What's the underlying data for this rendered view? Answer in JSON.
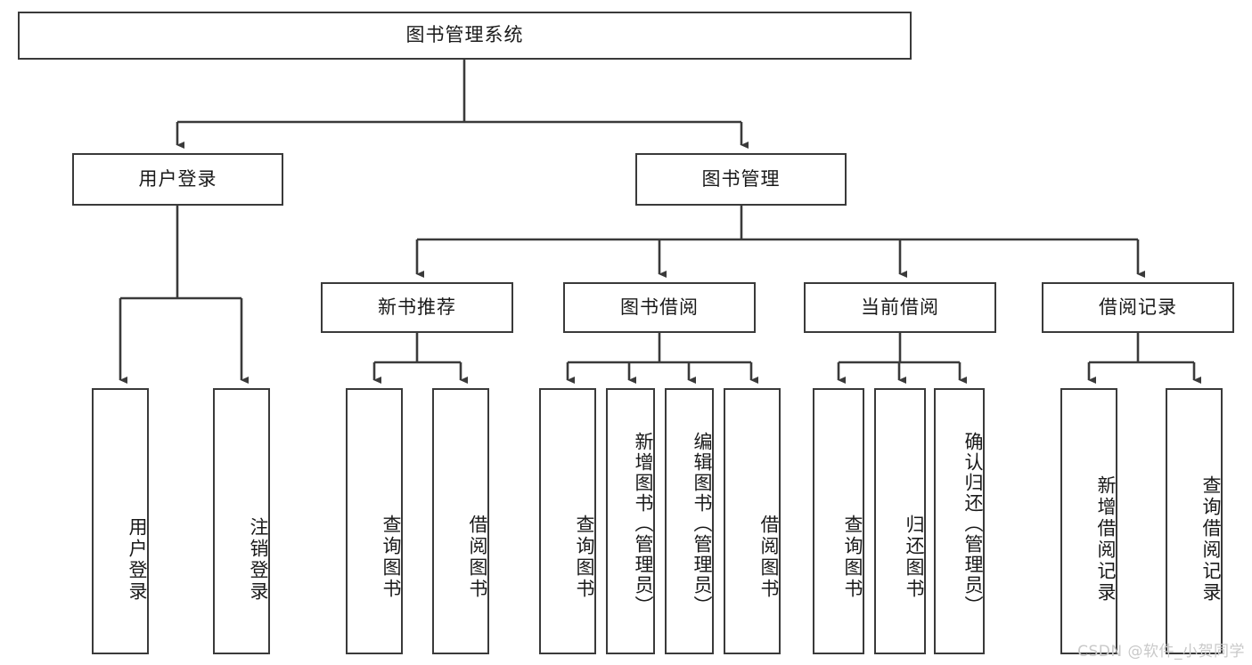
{
  "diagram": {
    "type": "tree-hierarchy-flowchart",
    "title": "图书管理系统",
    "root": {
      "id": "root",
      "label": "图书管理系统",
      "orientation": "horizontal"
    },
    "level1": [
      {
        "id": "user-login",
        "label": "用户登录",
        "orientation": "horizontal"
      },
      {
        "id": "book-manage",
        "label": "图书管理",
        "orientation": "horizontal"
      }
    ],
    "level2": [
      {
        "id": "new-book-recommend",
        "label": "新书推荐",
        "parent": "book-manage",
        "orientation": "horizontal"
      },
      {
        "id": "book-borrow",
        "label": "图书借阅",
        "parent": "book-manage",
        "orientation": "horizontal"
      },
      {
        "id": "current-borrow",
        "label": "当前借阅",
        "parent": "book-manage",
        "orientation": "horizontal"
      },
      {
        "id": "borrow-record",
        "label": "借阅记录",
        "parent": "book-manage",
        "orientation": "horizontal"
      }
    ],
    "leaves": [
      {
        "id": "leaf-user-login",
        "label": "用户登录",
        "parent": "user-login",
        "orientation": "vertical"
      },
      {
        "id": "leaf-user-logout",
        "label": "注销登录",
        "parent": "user-login",
        "orientation": "vertical"
      },
      {
        "id": "leaf-query-book-1",
        "label": "查询图书",
        "parent": "new-book-recommend",
        "orientation": "vertical"
      },
      {
        "id": "leaf-borrow-book-1",
        "label": "借阅图书",
        "parent": "new-book-recommend",
        "orientation": "vertical"
      },
      {
        "id": "leaf-query-book-2",
        "label": "查询图书",
        "parent": "book-borrow",
        "orientation": "vertical"
      },
      {
        "id": "leaf-add-book",
        "label": "新增图书（管理员）",
        "parent": "book-borrow",
        "orientation": "vertical"
      },
      {
        "id": "leaf-edit-book",
        "label": "编辑图书（管理员）",
        "parent": "book-borrow",
        "orientation": "vertical"
      },
      {
        "id": "leaf-borrow-book-2",
        "label": "借阅图书",
        "parent": "book-borrow",
        "orientation": "vertical"
      },
      {
        "id": "leaf-query-book-3",
        "label": "查询图书",
        "parent": "current-borrow",
        "orientation": "vertical"
      },
      {
        "id": "leaf-return-book",
        "label": "归还图书",
        "parent": "current-borrow",
        "orientation": "vertical"
      },
      {
        "id": "leaf-confirm-return",
        "label": "确认归还（管理员）",
        "parent": "current-borrow",
        "orientation": "vertical"
      },
      {
        "id": "leaf-add-record",
        "label": "新增借阅记录",
        "parent": "borrow-record",
        "orientation": "vertical"
      },
      {
        "id": "leaf-query-record",
        "label": "查询借阅记录",
        "parent": "borrow-record",
        "orientation": "vertical"
      }
    ],
    "colors": {
      "stroke": "#3a3a3a",
      "fill": "#ffffff",
      "text": "#1a1a1a",
      "watermark": "#c9c9c9"
    }
  },
  "watermark": {
    "text": "CSDN @软件_小贺同学"
  }
}
